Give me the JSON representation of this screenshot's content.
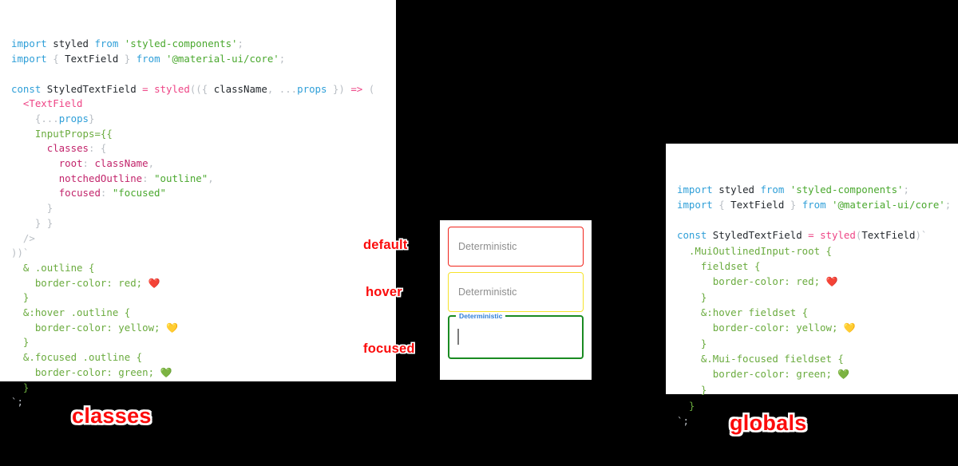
{
  "background_color": "#000000",
  "panels": {
    "classes": {
      "caption": "classes",
      "caption_color": "#fb0b0b",
      "code_lines": [
        [
          {
            "t": "import",
            "c": "kw"
          },
          {
            "t": " ",
            "c": "plain"
          },
          {
            "t": "styled",
            "c": "plain"
          },
          {
            "t": " ",
            "c": "plain"
          },
          {
            "t": "from",
            "c": "kw"
          },
          {
            "t": " ",
            "c": "plain"
          },
          {
            "t": "'styled-components'",
            "c": "str"
          },
          {
            "t": ";",
            "c": "punc"
          }
        ],
        [
          {
            "t": "import",
            "c": "kw"
          },
          {
            "t": " ",
            "c": "plain"
          },
          {
            "t": "{",
            "c": "punc"
          },
          {
            "t": " TextField ",
            "c": "plain"
          },
          {
            "t": "}",
            "c": "punc"
          },
          {
            "t": " ",
            "c": "plain"
          },
          {
            "t": "from",
            "c": "kw"
          },
          {
            "t": " ",
            "c": "plain"
          },
          {
            "t": "'@material-ui/core'",
            "c": "str"
          },
          {
            "t": ";",
            "c": "punc"
          }
        ],
        [],
        [
          {
            "t": "const",
            "c": "kw"
          },
          {
            "t": " StyledTextField ",
            "c": "plain"
          },
          {
            "t": "=",
            "c": "op"
          },
          {
            "t": " ",
            "c": "plain"
          },
          {
            "t": "styled",
            "c": "fn"
          },
          {
            "t": "((",
            "c": "punc"
          },
          {
            "t": "{ ",
            "c": "punc"
          },
          {
            "t": "className",
            "c": "plain"
          },
          {
            "t": ",",
            "c": "punc"
          },
          {
            "t": " ",
            "c": "plain"
          },
          {
            "t": "...",
            "c": "punc"
          },
          {
            "t": "props",
            "c": "var"
          },
          {
            "t": " }",
            "c": "punc"
          },
          {
            "t": ")",
            "c": "punc"
          },
          {
            "t": " ",
            "c": "plain"
          },
          {
            "t": "=>",
            "c": "op"
          },
          {
            "t": " ",
            "c": "plain"
          },
          {
            "t": "(",
            "c": "punc"
          }
        ],
        [
          {
            "t": "  ",
            "c": "plain"
          },
          {
            "t": "<TextField",
            "c": "tag"
          }
        ],
        [
          {
            "t": "    ",
            "c": "plain"
          },
          {
            "t": "{",
            "c": "punc"
          },
          {
            "t": "...",
            "c": "punc"
          },
          {
            "t": "props",
            "c": "var"
          },
          {
            "t": "}",
            "c": "punc"
          }
        ],
        [
          {
            "t": "    ",
            "c": "plain"
          },
          {
            "t": "InputProps",
            "c": "attr"
          },
          {
            "t": "=",
            "c": "attr"
          },
          {
            "t": "{{",
            "c": "attr"
          }
        ],
        [
          {
            "t": "      ",
            "c": "plain"
          },
          {
            "t": "classes",
            "c": "prop"
          },
          {
            "t": ":",
            "c": "punc"
          },
          {
            "t": " ",
            "c": "plain"
          },
          {
            "t": "{",
            "c": "punc"
          }
        ],
        [
          {
            "t": "        ",
            "c": "plain"
          },
          {
            "t": "root",
            "c": "prop"
          },
          {
            "t": ":",
            "c": "punc"
          },
          {
            "t": " ",
            "c": "plain"
          },
          {
            "t": "className",
            "c": "prop"
          },
          {
            "t": ",",
            "c": "punc"
          }
        ],
        [
          {
            "t": "        ",
            "c": "plain"
          },
          {
            "t": "notchedOutline",
            "c": "prop"
          },
          {
            "t": ":",
            "c": "punc"
          },
          {
            "t": " ",
            "c": "plain"
          },
          {
            "t": "\"outline\"",
            "c": "str"
          },
          {
            "t": ",",
            "c": "punc"
          }
        ],
        [
          {
            "t": "        ",
            "c": "plain"
          },
          {
            "t": "focused",
            "c": "prop"
          },
          {
            "t": ":",
            "c": "punc"
          },
          {
            "t": " ",
            "c": "plain"
          },
          {
            "t": "\"focused\"",
            "c": "str"
          }
        ],
        [
          {
            "t": "      ",
            "c": "plain"
          },
          {
            "t": "}",
            "c": "punc"
          }
        ],
        [
          {
            "t": "    ",
            "c": "plain"
          },
          {
            "t": "} }",
            "c": "punc"
          }
        ],
        [
          {
            "t": "  ",
            "c": "plain"
          },
          {
            "t": "/>",
            "c": "punc"
          }
        ],
        [
          {
            "t": "))`",
            "c": "punc"
          }
        ],
        [
          {
            "t": "  ",
            "c": "plain"
          },
          {
            "t": "& .outline {",
            "c": "css"
          }
        ],
        [
          {
            "t": "    ",
            "c": "plain"
          },
          {
            "t": "border-color: red; ",
            "c": "css"
          },
          {
            "t": "❤️",
            "c": "emoji"
          }
        ],
        [
          {
            "t": "  ",
            "c": "plain"
          },
          {
            "t": "}",
            "c": "css"
          }
        ],
        [
          {
            "t": "  ",
            "c": "plain"
          },
          {
            "t": "&:hover .outline {",
            "c": "css"
          }
        ],
        [
          {
            "t": "    ",
            "c": "plain"
          },
          {
            "t": "border-color: yellow; ",
            "c": "css"
          },
          {
            "t": "💛",
            "c": "emoji"
          }
        ],
        [
          {
            "t": "  ",
            "c": "plain"
          },
          {
            "t": "}",
            "c": "css"
          }
        ],
        [
          {
            "t": "  ",
            "c": "plain"
          },
          {
            "t": "&.focused .outline {",
            "c": "css"
          }
        ],
        [
          {
            "t": "    ",
            "c": "plain"
          },
          {
            "t": "border-color: green; ",
            "c": "css"
          },
          {
            "t": "💚",
            "c": "emoji"
          }
        ],
        [
          {
            "t": "  ",
            "c": "plain"
          },
          {
            "t": "}",
            "c": "css"
          }
        ],
        [
          {
            "t": "`;",
            "c": "punc"
          }
        ]
      ]
    },
    "globals": {
      "caption": "globals",
      "caption_color": "#fb0b0b",
      "code_lines": [
        [
          {
            "t": "import",
            "c": "kw"
          },
          {
            "t": " ",
            "c": "plain"
          },
          {
            "t": "styled",
            "c": "plain"
          },
          {
            "t": " ",
            "c": "plain"
          },
          {
            "t": "from",
            "c": "kw"
          },
          {
            "t": " ",
            "c": "plain"
          },
          {
            "t": "'styled-components'",
            "c": "str"
          },
          {
            "t": ";",
            "c": "punc"
          }
        ],
        [
          {
            "t": "import",
            "c": "kw"
          },
          {
            "t": " ",
            "c": "plain"
          },
          {
            "t": "{",
            "c": "punc"
          },
          {
            "t": " TextField ",
            "c": "plain"
          },
          {
            "t": "}",
            "c": "punc"
          },
          {
            "t": " ",
            "c": "plain"
          },
          {
            "t": "from",
            "c": "kw"
          },
          {
            "t": " ",
            "c": "plain"
          },
          {
            "t": "'@material-ui/core'",
            "c": "str"
          },
          {
            "t": ";",
            "c": "punc"
          }
        ],
        [],
        [
          {
            "t": "const",
            "c": "kw"
          },
          {
            "t": " StyledTextField ",
            "c": "plain"
          },
          {
            "t": "=",
            "c": "op"
          },
          {
            "t": " ",
            "c": "plain"
          },
          {
            "t": "styled",
            "c": "fn"
          },
          {
            "t": "(",
            "c": "punc"
          },
          {
            "t": "TextField",
            "c": "plain"
          },
          {
            "t": ")`",
            "c": "punc"
          }
        ],
        [
          {
            "t": "  ",
            "c": "plain"
          },
          {
            "t": ".MuiOutlinedInput-root {",
            "c": "css"
          }
        ],
        [
          {
            "t": "    ",
            "c": "plain"
          },
          {
            "t": "fieldset {",
            "c": "css"
          }
        ],
        [
          {
            "t": "      ",
            "c": "plain"
          },
          {
            "t": "border-color: red; ",
            "c": "css"
          },
          {
            "t": "❤️",
            "c": "emoji"
          }
        ],
        [
          {
            "t": "    ",
            "c": "plain"
          },
          {
            "t": "}",
            "c": "css"
          }
        ],
        [
          {
            "t": "    ",
            "c": "plain"
          },
          {
            "t": "&:hover fieldset {",
            "c": "css"
          }
        ],
        [
          {
            "t": "      ",
            "c": "plain"
          },
          {
            "t": "border-color: yellow; ",
            "c": "css"
          },
          {
            "t": "💛",
            "c": "emoji"
          }
        ],
        [
          {
            "t": "    ",
            "c": "plain"
          },
          {
            "t": "}",
            "c": "css"
          }
        ],
        [
          {
            "t": "    ",
            "c": "plain"
          },
          {
            "t": "&.Mui-focused fieldset {",
            "c": "css"
          }
        ],
        [
          {
            "t": "      ",
            "c": "plain"
          },
          {
            "t": "border-color: green; ",
            "c": "css"
          },
          {
            "t": "💚",
            "c": "emoji"
          }
        ],
        [
          {
            "t": "    ",
            "c": "plain"
          },
          {
            "t": "}",
            "c": "css"
          }
        ],
        [
          {
            "t": "  ",
            "c": "plain"
          },
          {
            "t": "}",
            "c": "css"
          }
        ],
        [
          {
            "t": "`;",
            "c": "punc"
          }
        ]
      ]
    }
  },
  "demo": {
    "states": [
      {
        "name": "default",
        "label": "default",
        "placeholder": "Deterministic",
        "border_color": "#f0241b",
        "focused": false
      },
      {
        "name": "hover",
        "label": "hover",
        "placeholder": "Deterministic",
        "border_color": "#f6e32a",
        "focused": false
      },
      {
        "name": "focused",
        "label": "focused",
        "legend": "Deterministic",
        "border_color": "#1a8b22",
        "legend_color": "#2f7fd8",
        "focused": true
      }
    ],
    "placeholder_color": "#8d8d8d"
  }
}
